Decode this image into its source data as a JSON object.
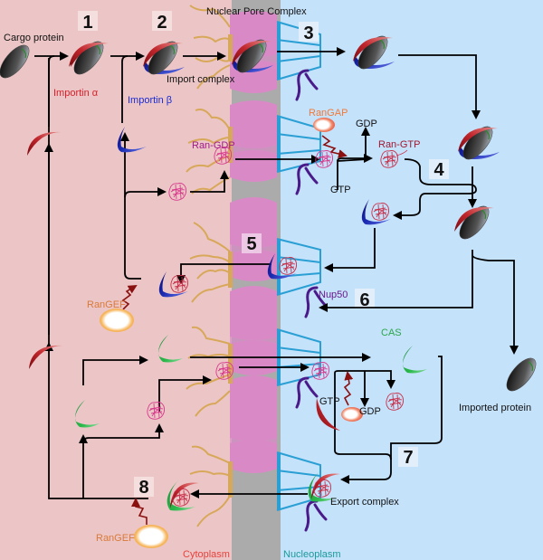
{
  "title": "Nuclear Pore Complex",
  "regions": {
    "cytoplasm": {
      "label": "Cytoplasm",
      "color": "#ecc6c6",
      "label_color": "#e8413c"
    },
    "envelope": {
      "color": "#ababab"
    },
    "nucleoplasm": {
      "label": "Nucleoplasm",
      "color": "#c5e2fb",
      "label_color": "#1a9a9a"
    }
  },
  "colors": {
    "importin_alpha": "#b01e24",
    "importin_beta": "#1a1a9e",
    "cas": "#2aa84a",
    "ran": "#d83a8c",
    "ran_gtp": "#c8304a",
    "pore": "#d98ac6",
    "basket": "#2a9fd4",
    "filament": "#d8a85a",
    "nup50": "#4a1a8a",
    "ran_gap": "#f07a3a",
    "ran_gef": "#d97a3a",
    "arrow": "#000000"
  },
  "steps": [
    "1",
    "2",
    "3",
    "4",
    "5",
    "6",
    "7",
    "8"
  ],
  "labels": {
    "cargo_protein": "Cargo protein",
    "importin_alpha": "Importin α",
    "importin_beta": "Importin β",
    "import_complex": "Import complex",
    "nuclear_pore_complex": "Nuclear Pore Complex",
    "ran_gap": "RanGAP",
    "gdp_top": "GDP",
    "ran_gtp": "Ran-GTP",
    "gtp_top": "GTP",
    "ran_gdp": "Ran-GDP",
    "ran_gef_top": "RanGEF",
    "nup50": "Nup50",
    "cas": "CAS",
    "gtp_bottom": "GTP",
    "gdp_bottom": "GDP",
    "imported_protein": "Imported protein",
    "export_complex": "Export complex",
    "ran_gef_bottom": "RanGEF",
    "cytoplasm": "Cytoplasm",
    "nucleoplasm": "Nucleoplasm"
  }
}
